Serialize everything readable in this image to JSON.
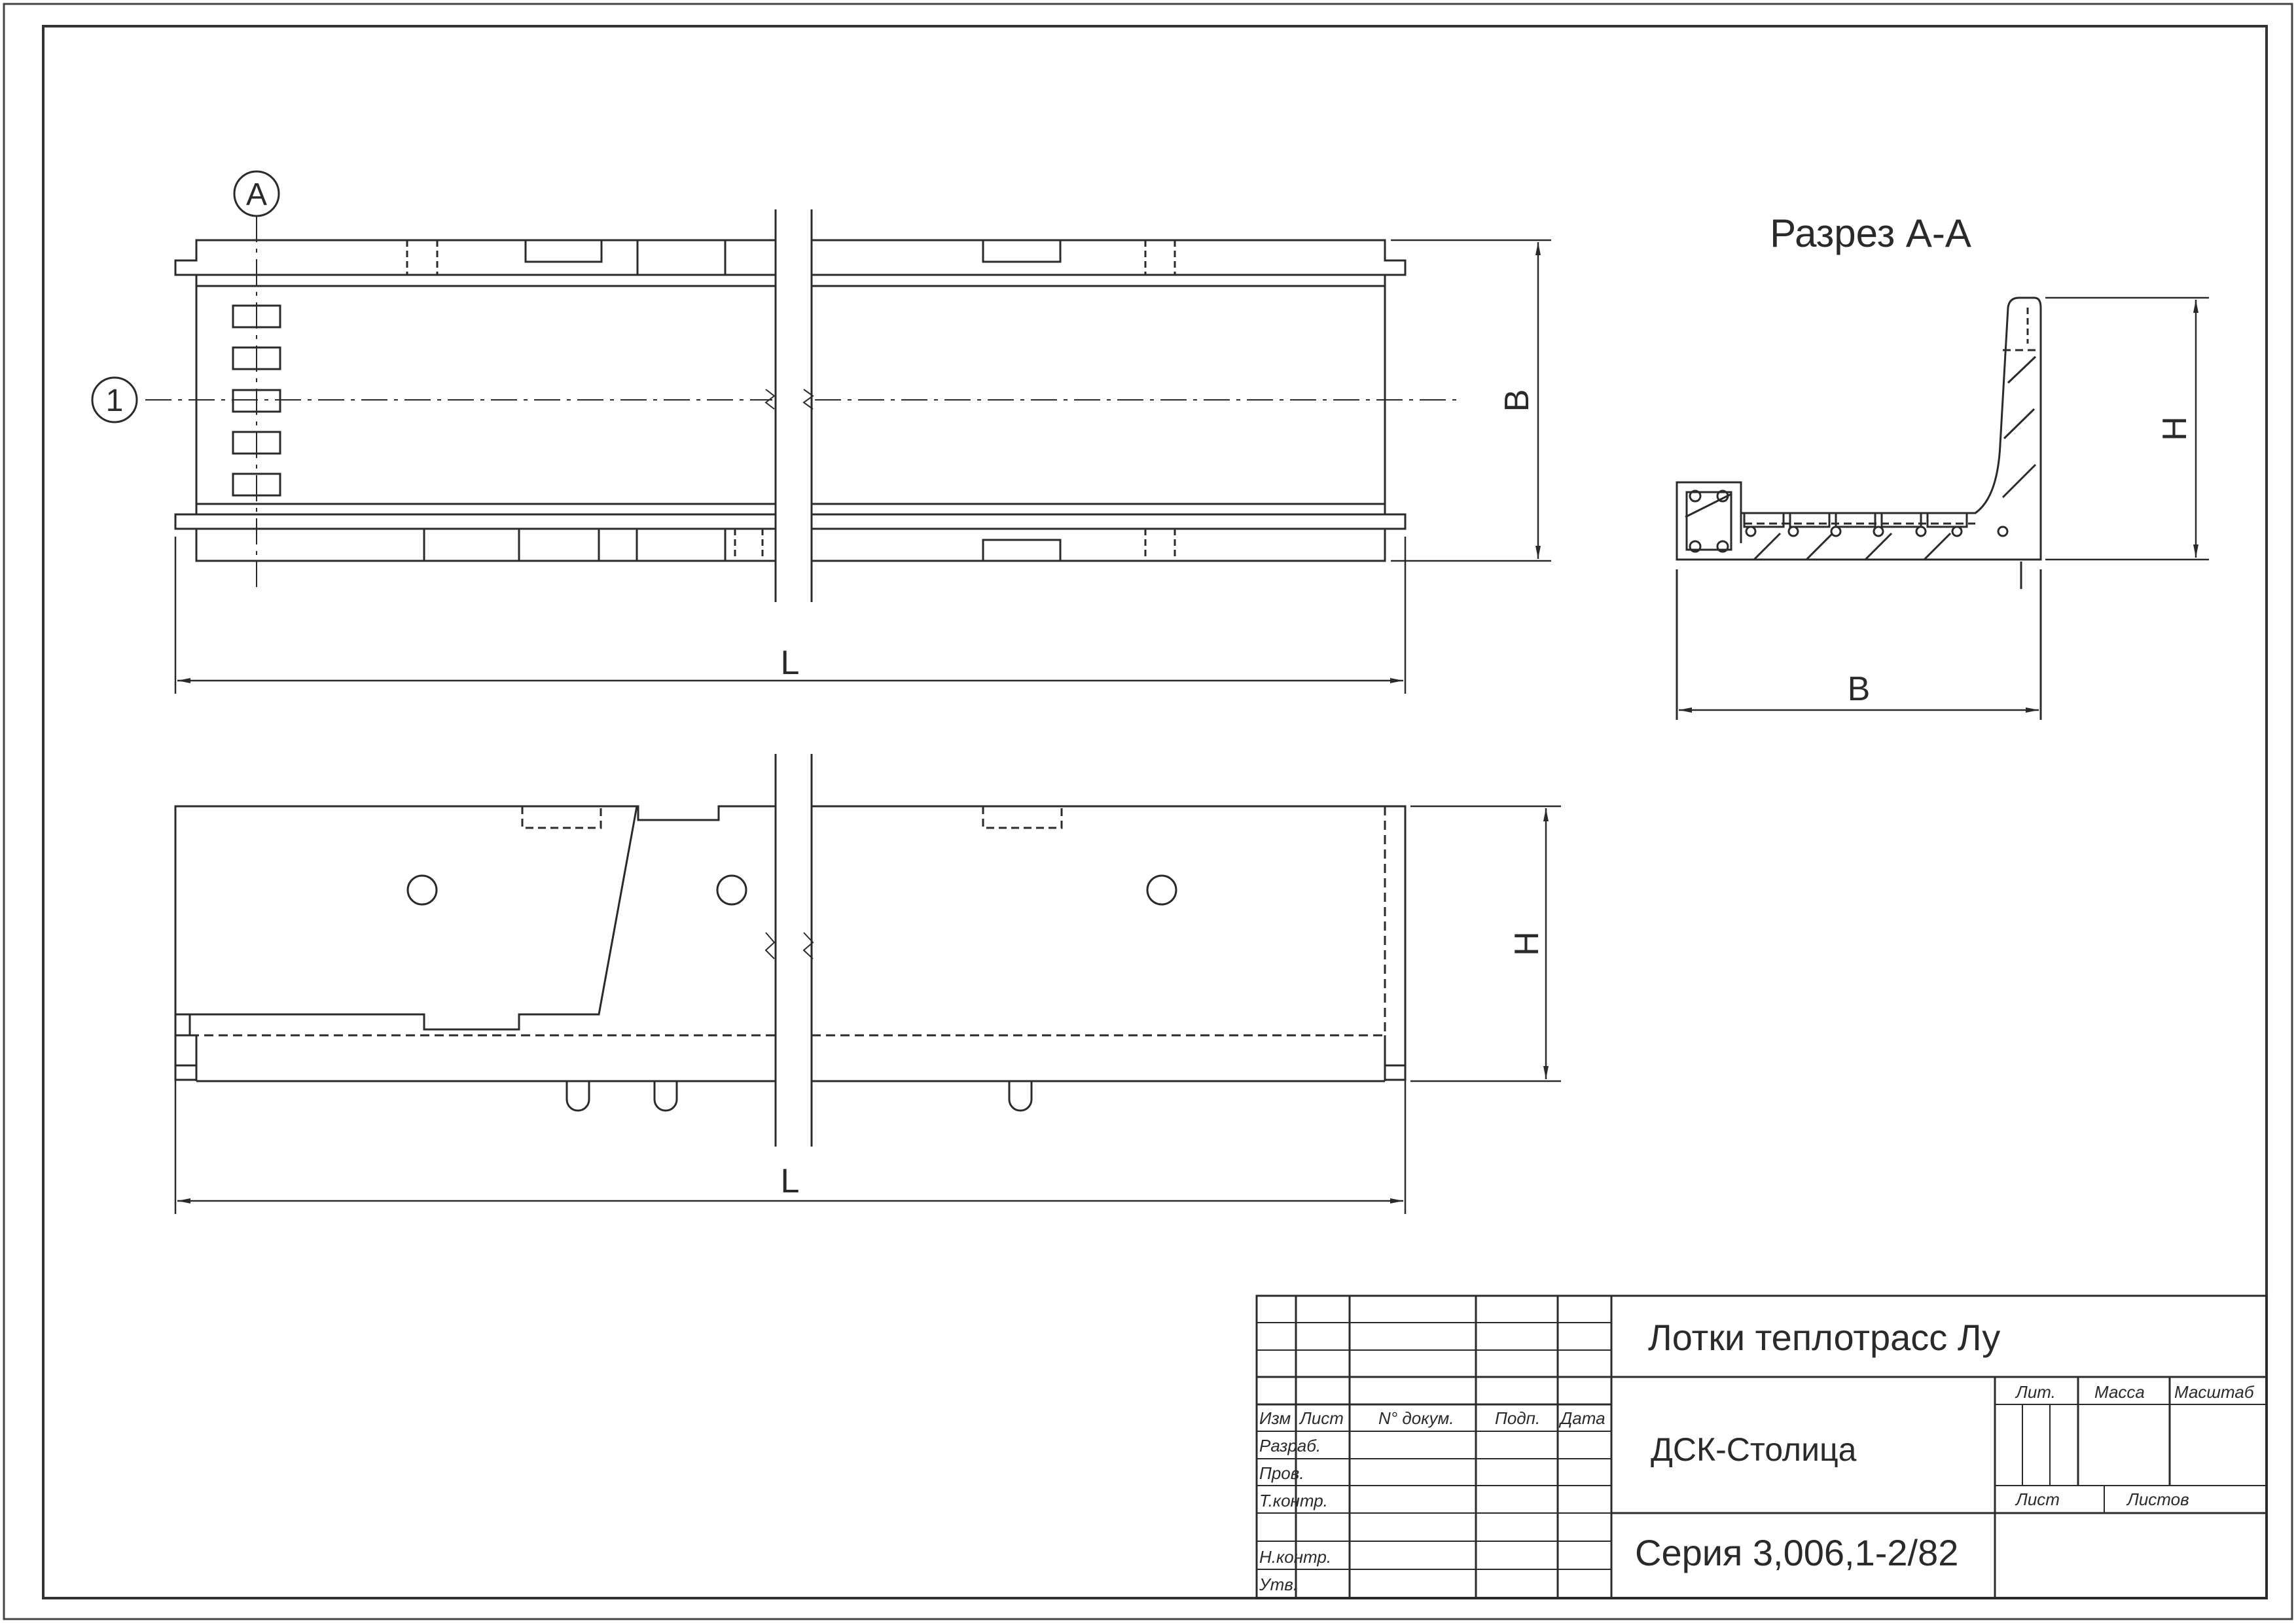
{
  "drawing": {
    "callout_A": "A",
    "callout_1": "1",
    "plan_dim_B": "B",
    "plan_dim_L": "L",
    "elev_dim_H": "H",
    "elev_dim_L": "L",
    "section_title": "Разрез А-А",
    "section_dim_H": "H",
    "section_dim_B": "B"
  },
  "title_block": {
    "doc_title": "Лотки теплотрасс Лу",
    "organization": "ДСК-Столица",
    "series": "Серия 3,006,1-2/82",
    "col_izm": "Изм",
    "col_list": "Лист",
    "col_doc": "N° докум.",
    "col_sign": "Подп.",
    "col_date": "Дата",
    "row_razrab": "Разраб.",
    "row_prov": "Пров.",
    "row_tkontr": "Т.контр.",
    "row_nkontr": "Н.контр.",
    "row_utv": "Утв.",
    "lit_label": "Лит.",
    "mass_label": "Масса",
    "scale_label": "Масштаб",
    "sheet_label": "Лист",
    "sheets_label": "Листов"
  }
}
